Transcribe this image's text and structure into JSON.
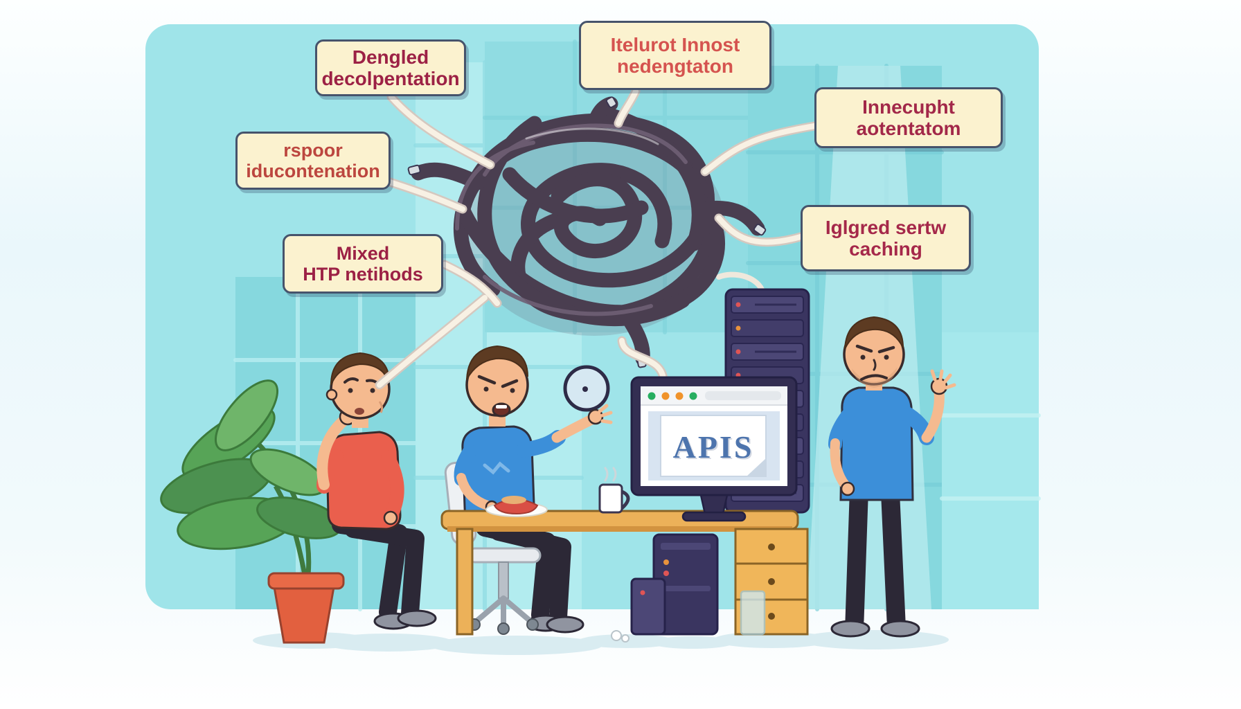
{
  "callouts": [
    {
      "text": "Dengled\ndecolpentation",
      "color": "#9c2145"
    },
    {
      "text": "Itelurot Innost\nnedengtaton",
      "color": "#d5534f"
    },
    {
      "text": "Innecupht\naotentatom",
      "color": "#a22849"
    },
    {
      "text": "rspoor\niducontenation",
      "color": "#bc463f"
    },
    {
      "text": "Mixed\nHTP netihods",
      "color": "#9c2145"
    },
    {
      "text": "Iglgred sertw\ncaching",
      "color": "#a5284a"
    }
  ],
  "monitor": {
    "screen_text": "APIS",
    "screen_text_color": "#4d74ad",
    "browser_dots": [
      "#27ae60",
      "#f0932b",
      "#f0932b",
      "#27ae60"
    ]
  },
  "palette": {
    "background_panel": "#9fe4e9",
    "callout_fill": "#fbf2cf",
    "callout_border": "#46536b",
    "cable": "#4a3e50",
    "desk": "#ecb159",
    "shirt_red": "#ea5f4d",
    "shirt_blue": "#3c8fd9",
    "server_rack": "#3a3560",
    "plant_pot": "#e2603f",
    "leaf": "#57a457"
  }
}
